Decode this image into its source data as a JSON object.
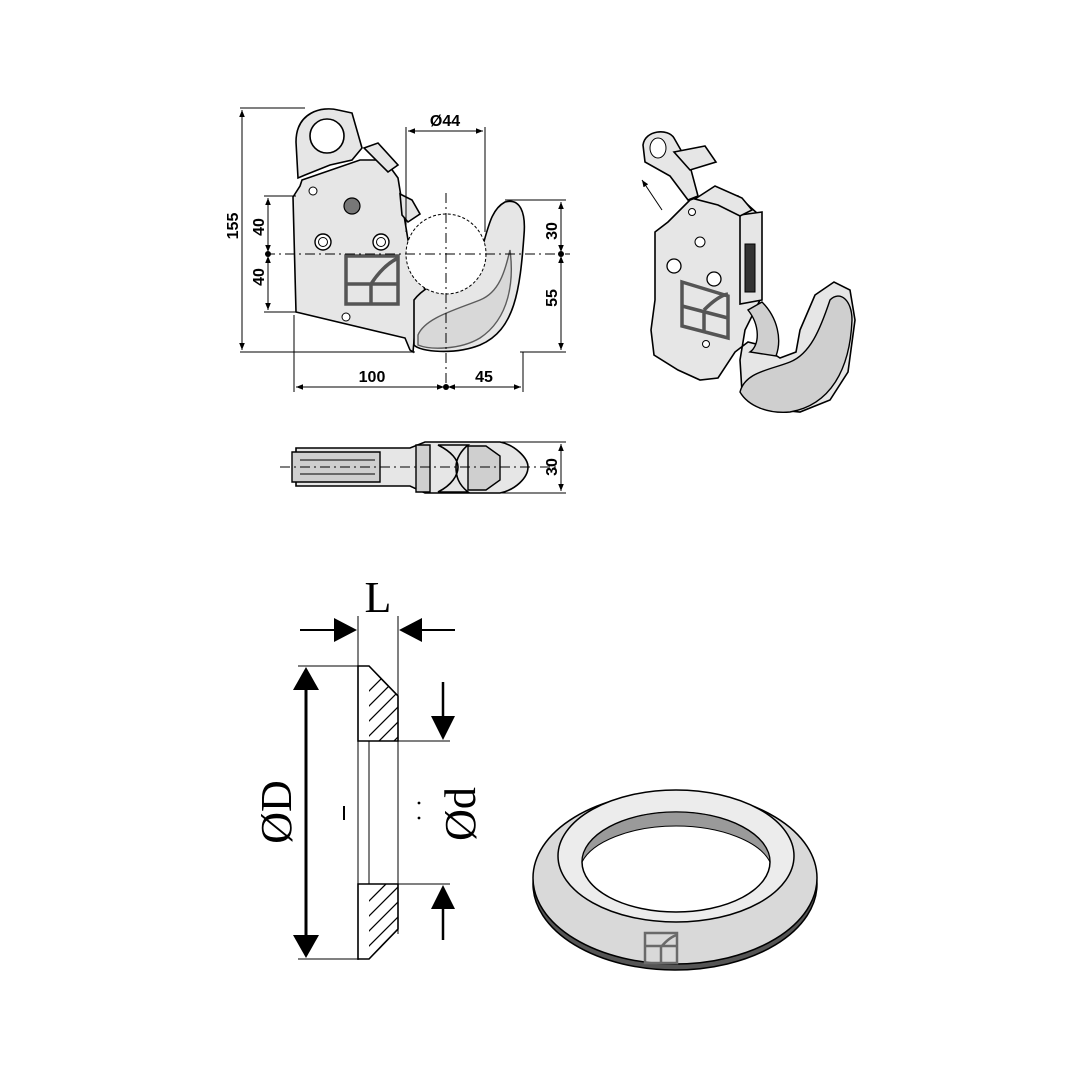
{
  "hook_dimensions": {
    "height_total": "155",
    "upper_offset": "40",
    "lower_offset": "40",
    "ball_diameter": "Ø44",
    "hook_upper": "30",
    "hook_lower": "55",
    "length_body": "100",
    "length_hook": "45",
    "top_view_width": "30"
  },
  "ring_symbols": {
    "length": "L",
    "outer_diameter": "ØD",
    "inner_diameter": "Ød"
  }
}
